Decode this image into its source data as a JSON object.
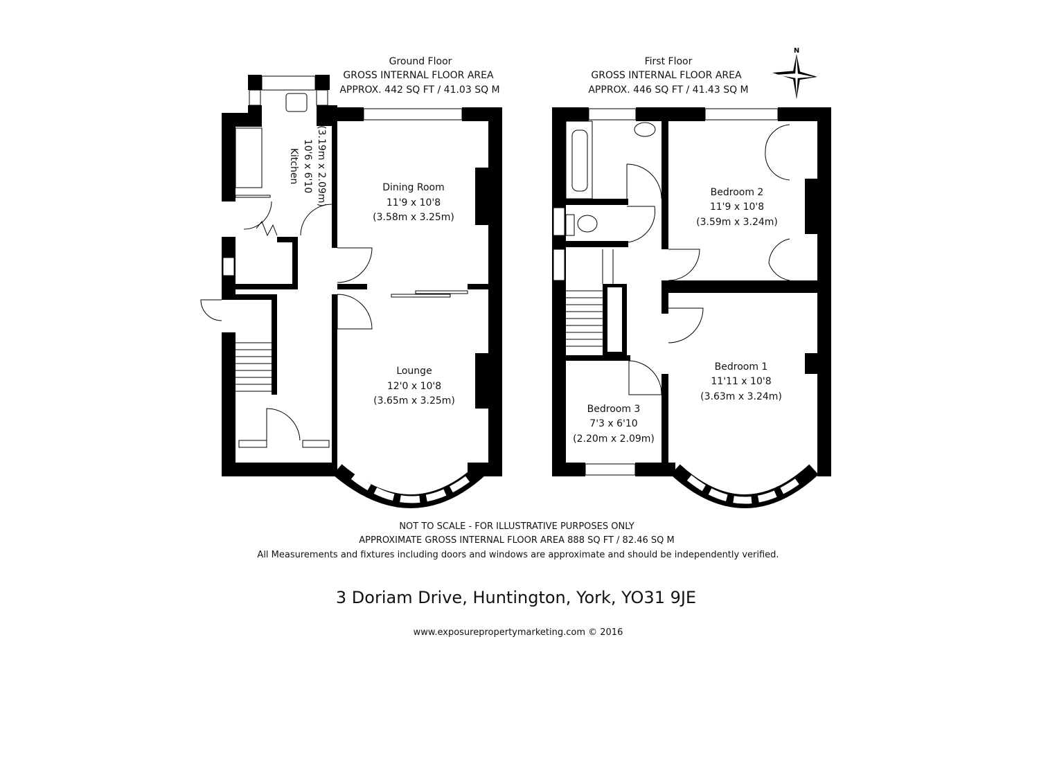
{
  "ground_floor": {
    "title": "Ground Floor",
    "area_label": "GROSS INTERNAL FLOOR AREA",
    "area_value": "APPROX. 442 SQ FT / 41.03 SQ M",
    "rooms": [
      {
        "name": "Kitchen",
        "imperial": "10'6 x 6'10",
        "metric": "(3.19m x 2.09m)"
      },
      {
        "name": "Dining Room",
        "imperial": "11'9 x 10'8",
        "metric": "(3.58m x 3.25m)"
      },
      {
        "name": "Lounge",
        "imperial": "12'0 x 10'8",
        "metric": "(3.65m x 3.25m)"
      }
    ]
  },
  "first_floor": {
    "title": "First Floor",
    "area_label": "GROSS INTERNAL FLOOR AREA",
    "area_value": "APPROX. 446 SQ FT / 41.43 SQ M",
    "rooms": [
      {
        "name": "Bedroom 2",
        "imperial": "11'9 x 10'8",
        "metric": "(3.59m x 3.24m)"
      },
      {
        "name": "Bedroom 1",
        "imperial": "11'11 x 10'8",
        "metric": "(3.63m x 3.24m)"
      },
      {
        "name": "Bedroom 3",
        "imperial": "7'3 x 6'10",
        "metric": "(2.20m x 2.09m)"
      }
    ]
  },
  "compass": {
    "label": "N"
  },
  "notes": {
    "line1": "NOT TO SCALE - FOR ILLUSTRATIVE PURPOSES ONLY",
    "line2": "APPROXIMATE GROSS INTERNAL FLOOR AREA 888 SQ FT / 82.46 SQ M",
    "line3": "All Measurements and fixtures including doors and windows are approximate and should be independently verified."
  },
  "address": "3 Doriam Drive, Huntington, York, YO31 9JE",
  "footer": "www.exposurepropertymarketing.com © 2016"
}
